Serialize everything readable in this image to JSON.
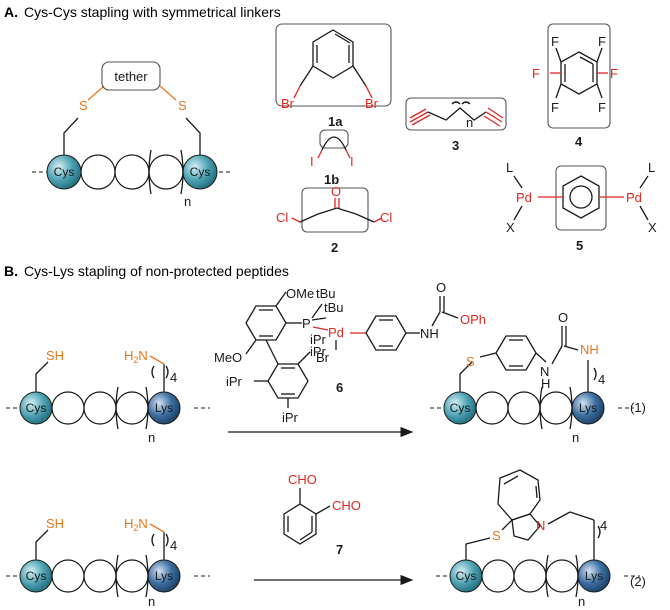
{
  "section_a": {
    "letter": "A.",
    "title": "Cys-Cys stapling with symmetrical linkers"
  },
  "section_b": {
    "letter": "B.",
    "title": "Cys-Lys stapling of non-protected peptides"
  },
  "residues": {
    "cys": "Cys",
    "lys": "Lys"
  },
  "repeat_n": "n",
  "tether_label": "tether",
  "atoms": {
    "S": "S",
    "Br": "Br",
    "I": "I",
    "Cl": "Cl",
    "O": "O",
    "F": "F",
    "Pd": "Pd",
    "L": "L",
    "X": "X",
    "SH": "SH",
    "H2N_H": "H",
    "H2N_2": "2",
    "H2N_N": "N",
    "NH": "NH",
    "N": "N",
    "H": "H",
    "OPh": "OPh",
    "CHO": "CHO",
    "OMe": "OMe",
    "MeO": "MeO",
    "tBu": "tBu",
    "iPr": "iPr",
    "P": "P",
    "four": "4"
  },
  "compounds": {
    "c1a": "1a",
    "c1b": "1b",
    "c2": "2",
    "c3": "3",
    "c4": "4",
    "c5": "5",
    "c6": "6",
    "c7": "7"
  },
  "equations": {
    "eq1": "(1)",
    "eq2": "(2)"
  },
  "colors": {
    "cys_bead": "#4fa3b4",
    "lys_bead": "#3c6fa3",
    "red_atom": "#e0271f",
    "orange_atom": "#e8771d"
  }
}
